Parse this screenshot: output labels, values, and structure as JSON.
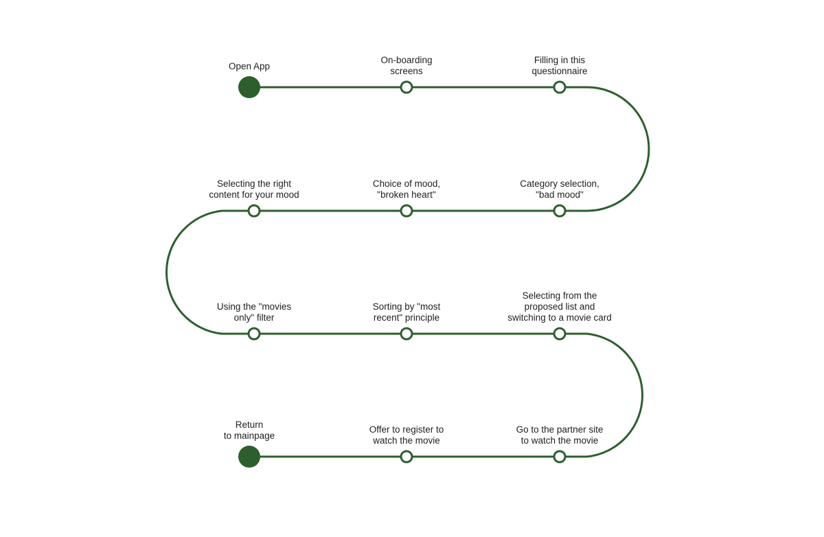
{
  "colors": {
    "line": "#2c5f2d",
    "node_fill_open": "#ffffff",
    "background": "#ffffff"
  },
  "steps": [
    {
      "lines": [
        "Open App"
      ],
      "kind": "terminal"
    },
    {
      "lines": [
        "On-boarding",
        "screens"
      ],
      "kind": "open"
    },
    {
      "lines": [
        "Filling in this",
        "questionnaire"
      ],
      "kind": "open"
    },
    {
      "lines": [
        "Category selection,",
        "\"bad mood\""
      ],
      "kind": "open"
    },
    {
      "lines": [
        "Choice of mood,",
        "\"broken heart\""
      ],
      "kind": "open"
    },
    {
      "lines": [
        "Selecting the right",
        "content for your mood"
      ],
      "kind": "open"
    },
    {
      "lines": [
        "Using the \"movies",
        "only\" filter"
      ],
      "kind": "open"
    },
    {
      "lines": [
        "Sorting by \"most",
        "recent\" principle"
      ],
      "kind": "open"
    },
    {
      "lines": [
        "Selecting from the",
        "proposed list and",
        "switching to a movie card"
      ],
      "kind": "open"
    },
    {
      "lines": [
        "Go to the partner site",
        "to watch the movie"
      ],
      "kind": "open"
    },
    {
      "lines": [
        "Offer to register to",
        "watch the movie"
      ],
      "kind": "open"
    },
    {
      "lines": [
        "Return",
        "to mainpage"
      ],
      "kind": "terminal"
    }
  ]
}
